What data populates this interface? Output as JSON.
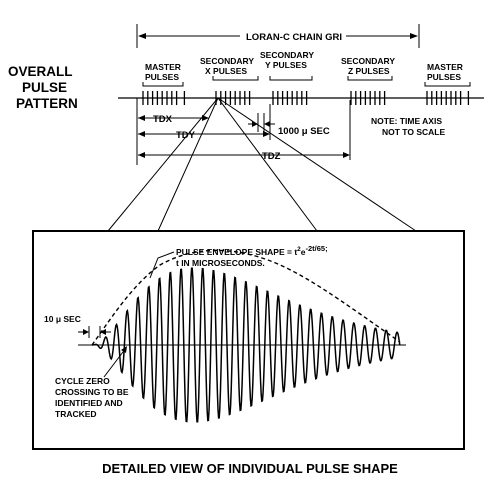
{
  "overall": {
    "title_line1": "OVERALL",
    "title_line2": "PULSE",
    "title_line3": "PATTERN"
  },
  "gri_label": "LORAN-C CHAIN GRI",
  "groups": {
    "master1_line1": "MASTER",
    "master1_line2": "PULSES",
    "secx_line1": "SECONDARY",
    "secx_line2": "X PULSES",
    "secy_line1": "SECONDARY",
    "secy_line2": "Y PULSES",
    "secz_line1": "SECONDARY",
    "secz_line2": "Z PULSES",
    "master2_line1": "MASTER",
    "master2_line2": "PULSES"
  },
  "intervals": {
    "tdx": "TDX",
    "tdy": "TDY",
    "tdz": "TDZ",
    "spacing": "1000 μ SEC"
  },
  "note_line1": "NOTE:  TIME AXIS",
  "note_line2": "NOT TO SCALE",
  "detail": {
    "envelope_line1": "PULSE ENVELOPE SHAPE = t",
    "envelope_sup": "2",
    "envelope_e": "e",
    "envelope_exp": "-2t/65;",
    "envelope_line2": "t IN MICROSECONDS.",
    "ten_usec": "10 μ SEC",
    "cycle_line1": "CYCLE ZERO",
    "cycle_line2": "CROSSING TO BE",
    "cycle_line3": "IDENTIFIED AND",
    "cycle_line4": "TRACKED"
  },
  "caption": "DETAILED VIEW OF INDIVIDUAL PULSE SHAPE"
}
